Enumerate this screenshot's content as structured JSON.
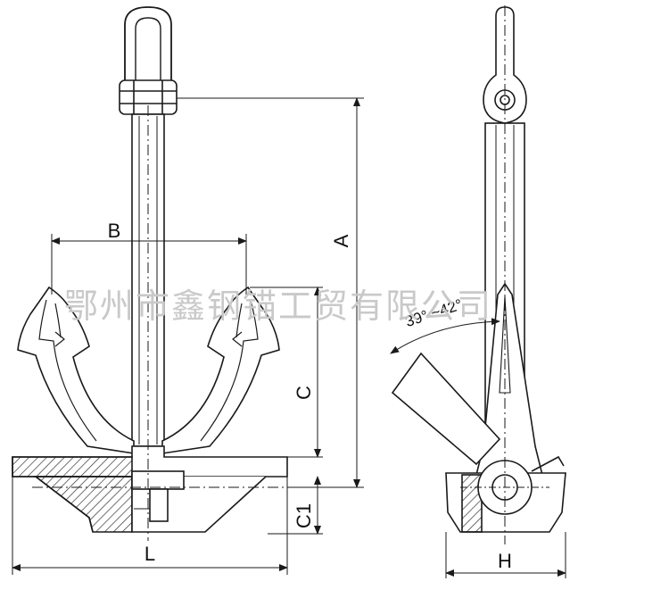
{
  "labels": {
    "A": "A",
    "B": "B",
    "C": "C",
    "C1": "C1",
    "L": "L",
    "H": "H",
    "angle": "39° ~42°"
  },
  "watermark": "鄂州市鑫钢锚工贸有限公司",
  "colors": {
    "line": "#1a1a1a",
    "fill": "#ffffff",
    "hatch": "#333333",
    "watermark": "#c9c9c9"
  }
}
